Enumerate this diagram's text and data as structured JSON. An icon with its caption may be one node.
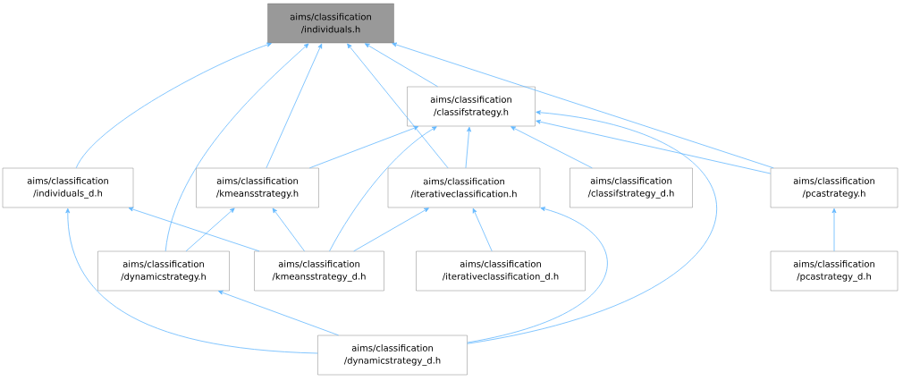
{
  "diagram": {
    "nodes": [
      {
        "text": [
          "aims/classification /individuals.h"
        ]
      },
      {
        "text": [
          "aims/classification /individuals_d.h"
        ]
      },
      {
        "text": [
          "aims/classification /classifstrategy.h"
        ]
      },
      {
        "text": [
          "aims/classification /kmeansstrategy.h"
        ]
      },
      {
        "text": [
          "aims/classification /iterativeclassification.h"
        ]
      },
      {
        "text": [
          "aims/classification /classifstrategy_d.h"
        ]
      },
      {
        "text": [
          "aims/classification /pcastrategy.h"
        ]
      },
      {
        "text": [
          "aims/classification /dynamicstrategy.h"
        ]
      },
      {
        "text": [
          "aims/classification /kmeansstrategy_d.h"
        ]
      },
      {
        "text": [
          "aims/classification /iterativeclassification_d.h"
        ]
      },
      {
        "text": [
          "aims/classification /pcastrategy_d.h"
        ]
      },
      {
        "text": [
          "aims/classification /dynamicstrategy_d.h"
        ]
      }
    ],
    "edges": [
      {
        "from": 1,
        "to": 0,
        "arrow": "to"
      },
      {
        "from": 7,
        "to": 0,
        "arrow": "to"
      },
      {
        "from": 3,
        "to": 0,
        "arrow": "to"
      },
      {
        "from": 4,
        "to": 0,
        "arrow": "to"
      },
      {
        "from": 2,
        "to": 0,
        "arrow": "to"
      },
      {
        "from": 6,
        "to": 0,
        "arrow": "to"
      },
      {
        "from": 8,
        "to": 1,
        "arrow": "to"
      },
      {
        "from": 11,
        "to": 1,
        "arrow": "to"
      },
      {
        "from": 3,
        "to": 2,
        "arrow": "to"
      },
      {
        "from": 8,
        "to": 2,
        "arrow": "to"
      },
      {
        "from": 4,
        "to": 2,
        "arrow": "to"
      },
      {
        "from": 5,
        "to": 2,
        "arrow": "to"
      },
      {
        "from": 6,
        "to": 2,
        "arrow": "to"
      },
      {
        "from": 11,
        "to": 2,
        "arrow": "to"
      },
      {
        "from": 7,
        "to": 3,
        "arrow": "to"
      },
      {
        "from": 8,
        "to": 3,
        "arrow": "to"
      },
      {
        "from": 8,
        "to": 4,
        "arrow": "to"
      },
      {
        "from": 9,
        "to": 4,
        "arrow": "to"
      },
      {
        "from": 11,
        "to": 4,
        "arrow": "to"
      },
      {
        "from": 10,
        "to": 6,
        "arrow": "to"
      },
      {
        "from": 11,
        "to": 7,
        "arrow": "to"
      }
    ]
  }
}
